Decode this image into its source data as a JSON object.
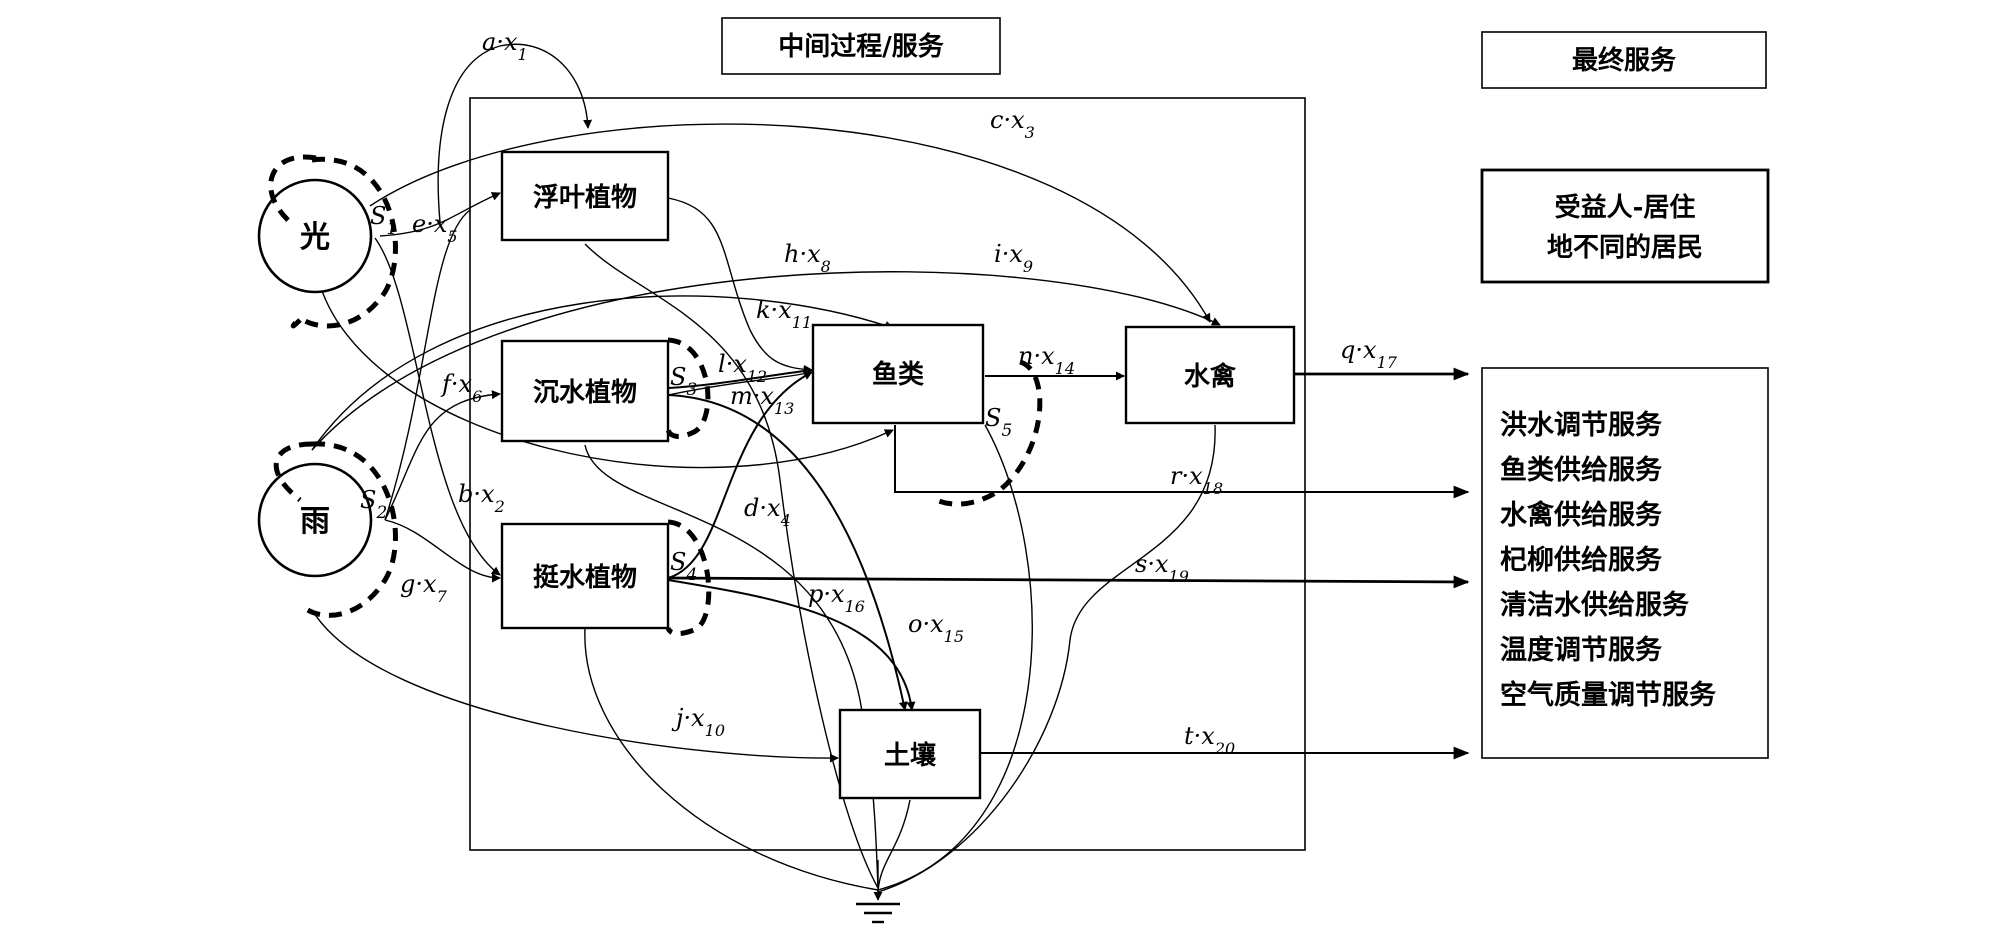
{
  "headers": {
    "intermediate": "中间过程/服务",
    "final": "最终服务"
  },
  "beneficiary": {
    "line1": "受益人-居住",
    "line2": "地不同的居民"
  },
  "sources": {
    "light": "光",
    "rain": "雨"
  },
  "nodes": {
    "floating": "浮叶植物",
    "submerged": "沉水植物",
    "emergent": "挺水植物",
    "fish": "鱼类",
    "waterfowl": "水禽",
    "soil": "土壤"
  },
  "stores": {
    "s1": {
      "base": "S",
      "sub": "1"
    },
    "s2": {
      "base": "S",
      "sub": "2"
    },
    "s3": {
      "base": "S",
      "sub": "3"
    },
    "s4": {
      "base": "S",
      "sub": "4"
    },
    "s5": {
      "base": "S",
      "sub": "5"
    }
  },
  "flows": {
    "a": {
      "coef": "a",
      "sub": "1"
    },
    "b": {
      "coef": "b",
      "sub": "2"
    },
    "c": {
      "coef": "c",
      "sub": "3"
    },
    "d": {
      "coef": "d",
      "sub": "4"
    },
    "e": {
      "coef": "e",
      "sub": "5"
    },
    "f": {
      "coef": "f",
      "sub": "6"
    },
    "g": {
      "coef": "g",
      "sub": "7"
    },
    "h": {
      "coef": "h",
      "sub": "8"
    },
    "i": {
      "coef": "i",
      "sub": "9"
    },
    "j": {
      "coef": "j",
      "sub": "10"
    },
    "k": {
      "coef": "k",
      "sub": "11"
    },
    "l": {
      "coef": "l",
      "sub": "12"
    },
    "m": {
      "coef": "m",
      "sub": "13"
    },
    "n": {
      "coef": "n",
      "sub": "14"
    },
    "o": {
      "coef": "o",
      "sub": "15"
    },
    "p": {
      "coef": "p",
      "sub": "16"
    },
    "q": {
      "coef": "q",
      "sub": "17"
    },
    "r": {
      "coef": "r",
      "sub": "18"
    },
    "s": {
      "coef": "s",
      "sub": "19"
    },
    "t": {
      "coef": "t",
      "sub": "20"
    },
    "var": "x",
    "dot": "·"
  },
  "services": [
    "洪水调节服务",
    "鱼类供给服务",
    "水禽供给服务",
    "杞柳供给服务",
    "清洁水供给服务",
    "温度调节服务",
    "空气质量调节服务"
  ]
}
